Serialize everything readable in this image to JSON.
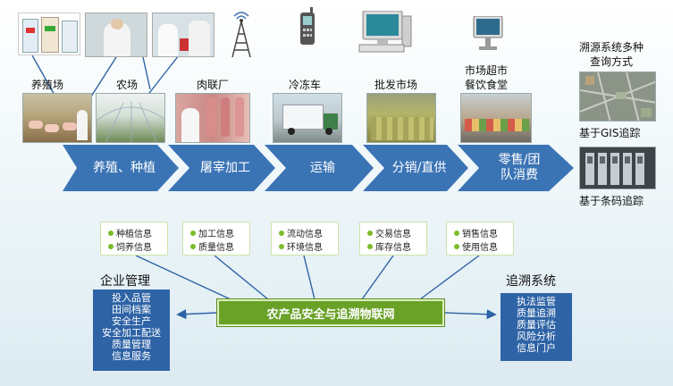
{
  "top_labels": {
    "breeding_farm": "养殖场",
    "farm": "农场",
    "meat_plant": "肉联厂",
    "cold_truck": "冷冻车",
    "wholesale_market": "批发市场",
    "supermarket_line1": "市场超市",
    "supermarket_line2": "餐饮食堂"
  },
  "right_panel": {
    "title_line1": "溯源系统多种",
    "title_line2": "查询方式",
    "gis_label": "基于GIS追踪",
    "barcode_label": "基于条码追踪"
  },
  "chain_stages": [
    {
      "line1": "养殖、种植",
      "line2": ""
    },
    {
      "line1": "屠宰加工",
      "line2": ""
    },
    {
      "line1": "运输",
      "line2": ""
    },
    {
      "line1": "分销/直供",
      "line2": ""
    },
    {
      "line1": "零售/团",
      "line2": "队消费"
    }
  ],
  "info_boxes": [
    {
      "items": [
        "种植信息",
        "饲养信息"
      ]
    },
    {
      "items": [
        "加工信息",
        "质量信息"
      ]
    },
    {
      "items": [
        "流动信息",
        "环境信息"
      ]
    },
    {
      "items": [
        "交易信息",
        "库存信息"
      ]
    },
    {
      "items": [
        "销售信息",
        "使用信息"
      ]
    }
  ],
  "hub_label": "农产品安全与追溯物联网",
  "enterprise": {
    "title": "企业管理",
    "items": [
      "投入品管",
      "田间档案",
      "安全生产",
      "安全加工配送",
      "质量管理",
      "信息服务"
    ]
  },
  "trace_system": {
    "title": "追溯系统",
    "items": [
      "执法监管",
      "质量追溯",
      "质量评估",
      "风险分析",
      "信息门户"
    ]
  },
  "colors": {
    "chevron_fill": "#3b74b5",
    "hub_fill": "#6aa228",
    "panel_fill": "#2e63a6",
    "bullet": "#7dbb2a"
  }
}
